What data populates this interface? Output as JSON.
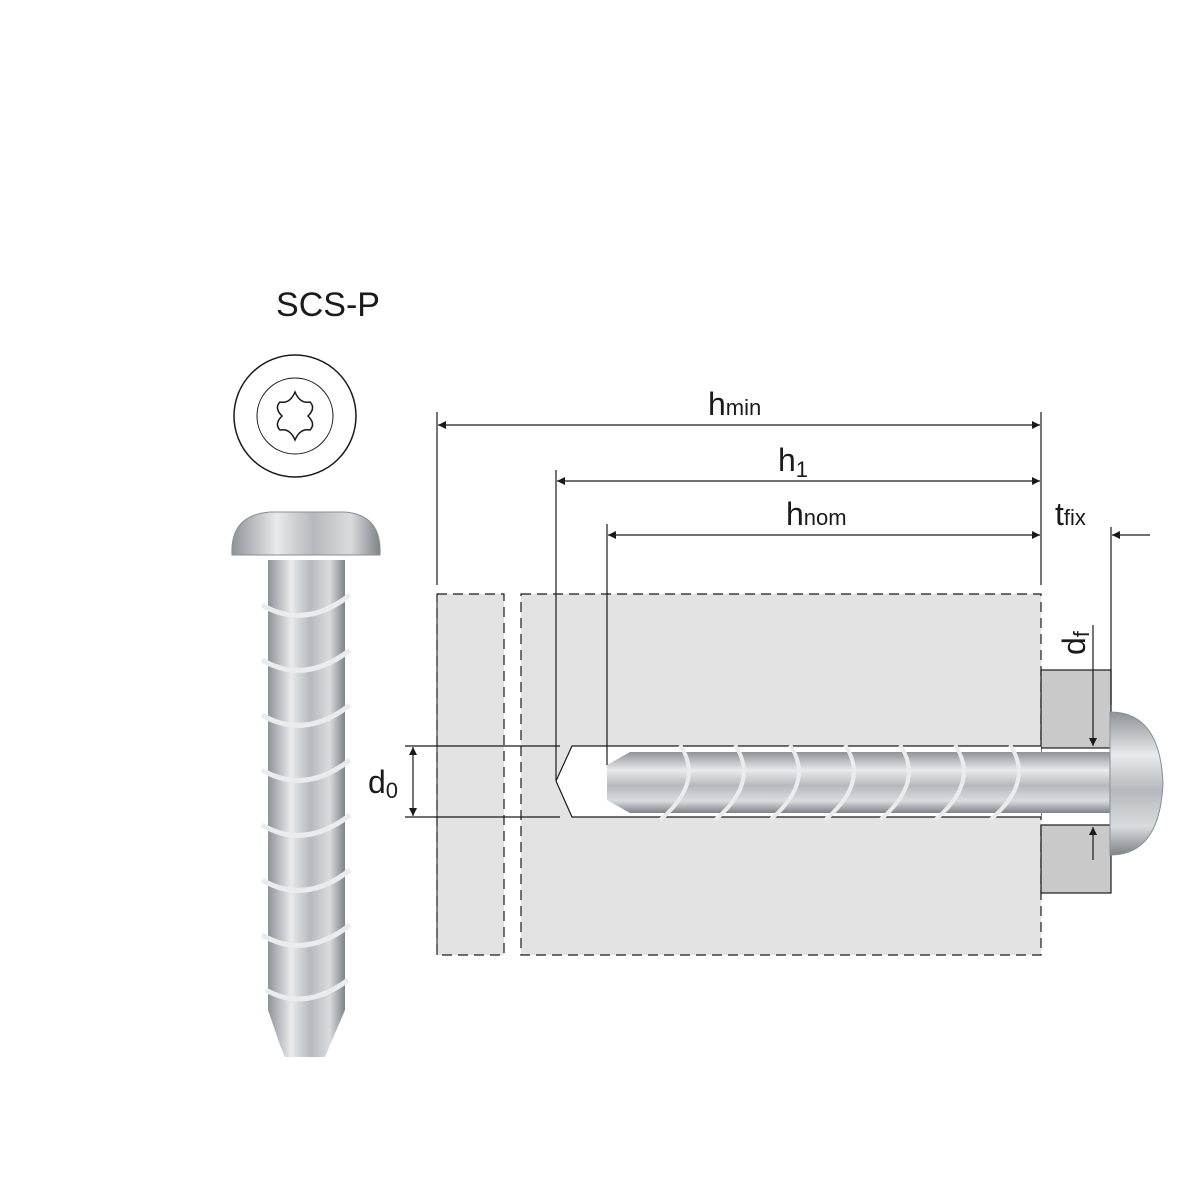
{
  "product_name": "SCS-P",
  "labels": {
    "h_min": {
      "main": "h",
      "sub": "min"
    },
    "h_1": {
      "main": "h",
      "sub": "1"
    },
    "h_nom": {
      "main": "h",
      "sub": "nom"
    },
    "t_fix": {
      "main": "t",
      "sub": "fix"
    },
    "d_0": {
      "main": "d",
      "sub": "0"
    },
    "d_f": {
      "main": "d",
      "sub": "f"
    }
  },
  "colors": {
    "concrete": "#e3e3e3",
    "fixture": "#c9c9c9",
    "line": "#1a1a1a",
    "steel": "#b8bcc0"
  }
}
